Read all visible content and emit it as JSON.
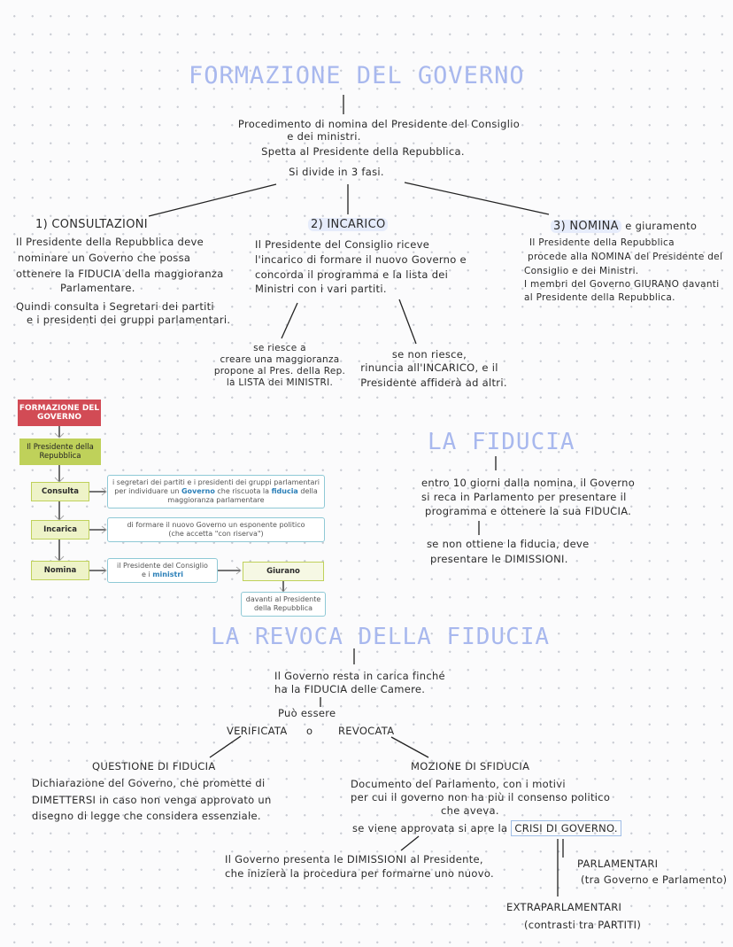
{
  "title": "FORMAZIONE DEL GOVERNO",
  "intro": [
    "Procedimento di nomina del Presidente del Consiglio",
    "e dei ministri.",
    "Spetta al Presidente della Repubblica.",
    "Si divide in 3 fasi."
  ],
  "phase1": {
    "heading": "1) CONSULTAZIONI",
    "lines": [
      "Il Presidente della Repubblica deve",
      "nominare un Governo che possa",
      "ottenere la FIDUCIA della maggioranza",
      "Parlamentare.",
      "Quindi consulta i Segretari dei partiti",
      "e i presidenti dei gruppi parlamentari."
    ]
  },
  "phase2": {
    "heading": "2) INCARICO",
    "lines": [
      "Il Presidente del Consiglio riceve",
      "l'incarico di formare il nuovo Governo e",
      "concorda il programma e la lista dei",
      "Ministri con i vari partiti."
    ],
    "success": [
      "se riesce a",
      "creare una maggioranza",
      "propone al Pres. della Rep.",
      "la LISTA dei MINISTRI."
    ],
    "fail": [
      "se non riesce,",
      "rinuncia all'INCARICO, e il",
      "Presidente affiderà ad altri."
    ]
  },
  "phase3": {
    "heading": "3) NOMINA",
    "heading_suffix": "e giuramento",
    "lines": [
      "Il Presidente della Repubblica",
      "procede alla NOMINA del Presidente del",
      "Consiglio e dei Ministri.",
      "I membri del Governo GIURANO davanti",
      "al Presidente della Repubblica."
    ]
  },
  "diagram": {
    "header": "FORMAZIONE DEL GOVERNO",
    "presidente": "Il Presidente della Repubblica",
    "steps": [
      {
        "label": "Consulta",
        "desc_a": "i segretari dei partiti e i presidenti dei gruppi parlamentari",
        "desc_b": "per individuare un",
        "desc_c": "Governo",
        "desc_d": "che riscuota la",
        "desc_e": "fiducia",
        "desc_f": "della",
        "desc_g": "maggioranza parlamentare"
      },
      {
        "label": "Incarica",
        "desc_a": "di formare il nuovo Governo un esponente politico",
        "desc_b": "(che accetta \"con riserva\")"
      },
      {
        "label": "Nomina",
        "desc_a": "il Presidente del Consiglio",
        "desc_b": "e i",
        "desc_c": "ministri"
      }
    ],
    "giurano": "Giurano",
    "giurano_desc": "davanti al Presidente della Repubblica"
  },
  "fiducia": {
    "title": "LA FIDUCIA",
    "lines": [
      "entro 10 giorni dalla nomina, il Governo",
      "si reca in Parlamento per presentare il",
      "programma e ottenere la sua FIDUCIA."
    ],
    "no": [
      "se non ottiene la fiducia, deve",
      "presentare le DIMISSIONI."
    ]
  },
  "revoca": {
    "title": "LA REVOCA DELLA FIDUCIA",
    "lines": [
      "Il Governo resta in carica finché",
      "ha la FIDUCIA delle Camere."
    ],
    "puo": "Può essere",
    "verificata": "VERIFICATA",
    "o": "o",
    "revocata": "REVOCATA",
    "questione": {
      "heading": "QUESTIONE DI FIDUCIA",
      "lines": [
        "Dichiarazione del Governo, che promette di",
        "DIMETTERSI in caso non venga approvato un",
        "disegno di legge che considera essenziale."
      ]
    },
    "mozione": {
      "heading": "MOZIONE DI SFIDUCIA",
      "lines": [
        "Documento del Parlamento, con i motivi",
        "per cui il governo non ha più il consenso politico",
        "che aveva."
      ],
      "approvata": "se viene approvata si apre la",
      "crisi": "CRISI DI GOVERNO."
    },
    "dimissioni": [
      "Il Governo presenta le DIMISSIONI al Presidente,",
      "che inizierà la procedura per formarne uno nuovo."
    ],
    "parlamentari": [
      "PARLAMENTARI",
      "(tra Governo e Parlamento)"
    ],
    "extra": [
      "EXTRAPARLAMENTARI",
      "(contrasti tra PARTITI)"
    ]
  }
}
